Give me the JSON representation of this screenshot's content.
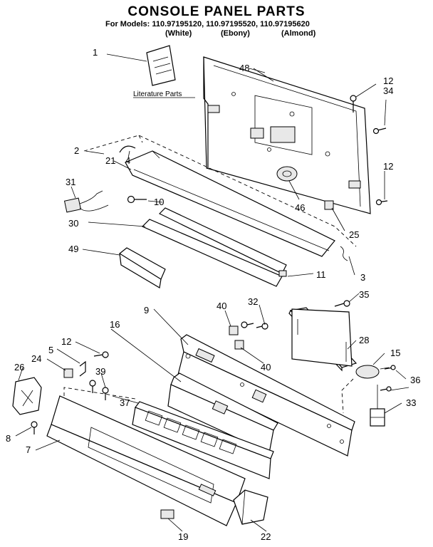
{
  "header": {
    "title": "CONSOLE PANEL PARTS",
    "models_line": "For Models: 110.97195120, 110.97195520, 110.97195620",
    "variants": [
      "(White)",
      "(Ebony)",
      "(Almond)"
    ]
  },
  "literature_label": "Literature Parts",
  "callouts": [
    "1",
    "48",
    "12",
    "34",
    "2",
    "21",
    "4",
    "12",
    "31",
    "10",
    "46",
    "25",
    "30",
    "49",
    "3",
    "11",
    "35",
    "9",
    "32",
    "40",
    "16",
    "28",
    "12",
    "5",
    "24",
    "26",
    "39",
    "37",
    "40",
    "15",
    "36",
    "33",
    "8",
    "7",
    "19",
    "22"
  ]
}
